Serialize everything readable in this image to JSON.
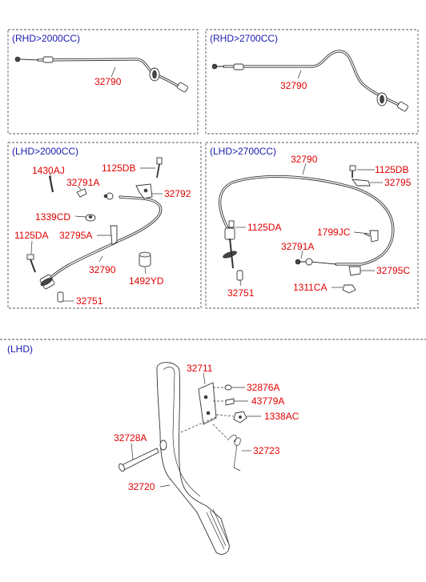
{
  "colors": {
    "section_title": "#1a1ab0",
    "part_number": "#e00000",
    "line": "#333333"
  },
  "sections": [
    {
      "id": "rhd-2000",
      "title": "(RHD>2000CC)",
      "labels": [
        "32790"
      ]
    },
    {
      "id": "rhd-2700",
      "title": "(RHD>2700CC)",
      "labels": [
        "32790"
      ]
    },
    {
      "id": "lhd-2000",
      "title": "(LHD>2000CC)",
      "labels": [
        "1430AJ",
        "1125DB",
        "32791A",
        "32792",
        "1339CD",
        "1125DA",
        "32795A",
        "32790",
        "1492YD",
        "32751"
      ]
    },
    {
      "id": "lhd-2700",
      "title": "(LHD>2700CC)",
      "labels": [
        "32790",
        "1125DB",
        "32795",
        "1125DA",
        "1799JC",
        "32791A",
        "32795C",
        "32751",
        "1311CA"
      ]
    },
    {
      "id": "lhd-pedal",
      "title": "(LHD)",
      "labels": [
        "32711",
        "32876A",
        "43779A",
        "1338AC",
        "32728A",
        "32723",
        "32720"
      ]
    }
  ]
}
